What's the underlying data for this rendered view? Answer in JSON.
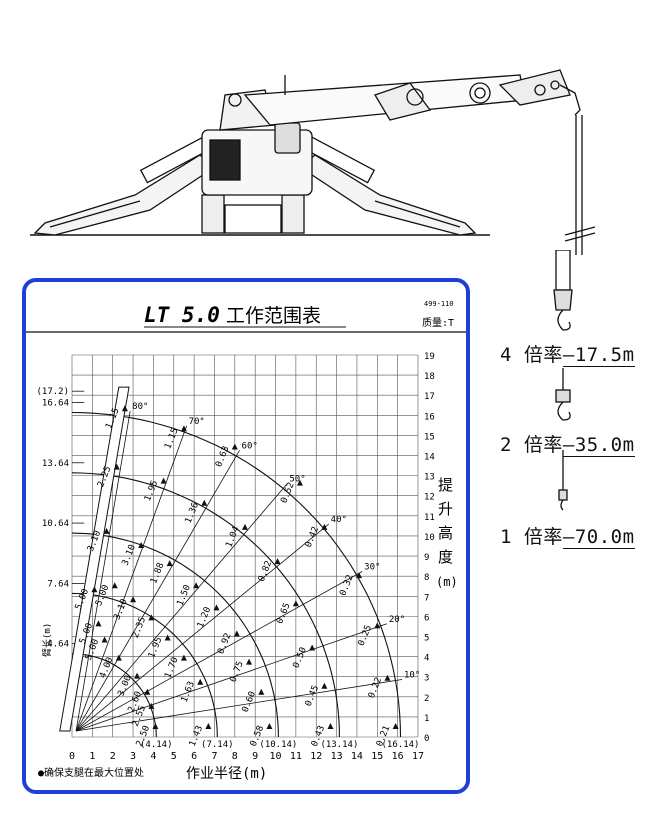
{
  "header": {
    "model": "LT 5.0",
    "title_suffix": "工作范围表",
    "code": "499-110",
    "mass_label": "质量:T"
  },
  "notes": {
    "outrigger_note": "●确保支腿在最大位置处",
    "ylabel_chars": [
      "提",
      "升",
      "高",
      "度",
      "(m)"
    ],
    "boom_label": "臂长(m)"
  },
  "hook_ratings": [
    {
      "label": "4 倍率",
      "value": "—17.5m"
    },
    {
      "label": "2 倍率",
      "value": "—35.0m"
    },
    {
      "label": "1 倍率",
      "value": "—70.0m"
    }
  ],
  "chart_data": {
    "type": "line",
    "xlabel": "作业半径(m)",
    "ylabel": "提升高度(m)",
    "xlim": [
      0,
      17
    ],
    "ylim": [
      0,
      19
    ],
    "x_ticks": [
      "0",
      "1",
      "2",
      "3",
      "4",
      "5",
      "6",
      "7",
      "8",
      "9",
      "10",
      "11",
      "12",
      "13",
      "14",
      "15",
      "16",
      "17"
    ],
    "y_ticks": [
      "0",
      "1",
      "2",
      "3",
      "4",
      "5",
      "6",
      "7",
      "8",
      "9",
      "10",
      "11",
      "12",
      "13",
      "14",
      "15",
      "16",
      "17",
      "18",
      "19"
    ],
    "grid": true,
    "boom_lengths": [
      {
        "label": "4.64",
        "y": 4.64
      },
      {
        "label": "7.64",
        "y": 7.64
      },
      {
        "label": "10.64",
        "y": 10.64
      },
      {
        "label": "13.64",
        "y": 13.64
      },
      {
        "label": "16.64",
        "y": 16.64
      },
      {
        "label": "(17.2)",
        "y": 17.2
      }
    ],
    "max_radius_labels": [
      {
        "label": "(4.14)",
        "x": 4.14
      },
      {
        "label": "(7.14)",
        "x": 7.14
      },
      {
        "label": "(10.14)",
        "x": 10.14
      },
      {
        "label": "(13.14)",
        "x": 13.14
      },
      {
        "label": "(16.14)",
        "x": 16.14
      }
    ],
    "angle_labels": [
      {
        "label": "80°",
        "angle": 80
      },
      {
        "label": "70°",
        "angle": 70
      },
      {
        "label": "60°",
        "angle": 60
      },
      {
        "label": "50°",
        "angle": 50
      },
      {
        "label": "40°",
        "angle": 40
      },
      {
        "label": "30°",
        "angle": 30
      },
      {
        "label": "20°",
        "angle": 20
      },
      {
        "label": "10°",
        "angle": 10
      }
    ],
    "capacities": [
      {
        "label": "2.50",
        "x": 4.1,
        "y": 0.5
      },
      {
        "label": "2.55",
        "x": 3.9,
        "y": 1.5
      },
      {
        "label": "2.60",
        "x": 3.7,
        "y": 2.2
      },
      {
        "label": "3.00",
        "x": 3.2,
        "y": 3.0
      },
      {
        "label": "4.00",
        "x": 2.3,
        "y": 3.9
      },
      {
        "label": "5.00",
        "x": 1.6,
        "y": 4.8
      },
      {
        "label": "5.00",
        "x": 1.3,
        "y": 5.6
      },
      {
        "label": "1.43",
        "x": 6.7,
        "y": 0.5
      },
      {
        "label": "1.63",
        "x": 6.3,
        "y": 2.7
      },
      {
        "label": "1.70",
        "x": 5.5,
        "y": 3.9
      },
      {
        "label": "1.95",
        "x": 4.7,
        "y": 4.9
      },
      {
        "label": "2.35",
        "x": 3.9,
        "y": 5.9
      },
      {
        "label": "3.10",
        "x": 3.0,
        "y": 6.8
      },
      {
        "label": "5.00",
        "x": 2.1,
        "y": 7.5
      },
      {
        "label": "5.00",
        "x": 1.1,
        "y": 7.3
      },
      {
        "label": "0.58",
        "x": 9.7,
        "y": 0.5
      },
      {
        "label": "0.60",
        "x": 9.3,
        "y": 2.2
      },
      {
        "label": "0.75",
        "x": 8.7,
        "y": 3.7
      },
      {
        "label": "0.92",
        "x": 8.1,
        "y": 5.1
      },
      {
        "label": "1.20",
        "x": 7.1,
        "y": 6.4
      },
      {
        "label": "1.50",
        "x": 6.1,
        "y": 7.5
      },
      {
        "label": "1.88",
        "x": 4.8,
        "y": 8.6
      },
      {
        "label": "3.10",
        "x": 3.4,
        "y": 9.5
      },
      {
        "label": "3.10",
        "x": 1.7,
        "y": 10.2
      },
      {
        "label": "0.43",
        "x": 12.7,
        "y": 0.5
      },
      {
        "label": "0.45",
        "x": 12.4,
        "y": 2.5
      },
      {
        "label": "0.50",
        "x": 11.8,
        "y": 4.4
      },
      {
        "label": "0.65",
        "x": 11.0,
        "y": 6.6
      },
      {
        "label": "0.82",
        "x": 10.1,
        "y": 8.7
      },
      {
        "label": "1.04",
        "x": 8.5,
        "y": 10.4
      },
      {
        "label": "1.36",
        "x": 6.5,
        "y": 11.6
      },
      {
        "label": "1.95",
        "x": 4.5,
        "y": 12.7
      },
      {
        "label": "2.25",
        "x": 2.2,
        "y": 13.4
      },
      {
        "label": "0.21",
        "x": 15.9,
        "y": 0.5
      },
      {
        "label": "0.22",
        "x": 15.5,
        "y": 2.9
      },
      {
        "label": "0.25",
        "x": 15.0,
        "y": 5.5
      },
      {
        "label": "0.32",
        "x": 14.1,
        "y": 8.0
      },
      {
        "label": "0.42",
        "x": 12.4,
        "y": 10.4
      },
      {
        "label": "0.52",
        "x": 11.2,
        "y": 12.6
      },
      {
        "label": "0.63",
        "x": 8.0,
        "y": 14.4
      },
      {
        "label": "1.15",
        "x": 5.5,
        "y": 15.3
      },
      {
        "label": "1.15",
        "x": 2.6,
        "y": 16.3
      }
    ]
  }
}
